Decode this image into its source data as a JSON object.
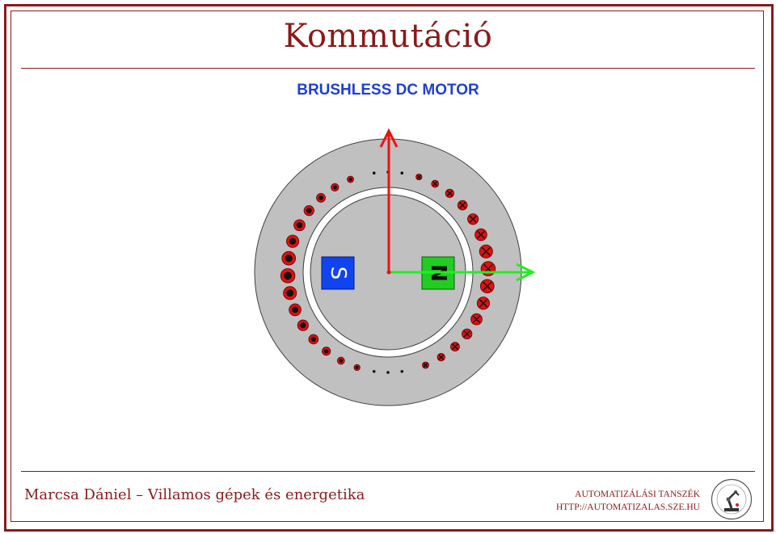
{
  "slide": {
    "title": "Kommutáció",
    "footer_left": "Marcsa Dániel – Villamos gépek és energetika",
    "footer_right_line1": "AUTOMATIZÁLÁSI TANSZÉK",
    "footer_right_line2": "HTTP://AUTOMATIZALAS.SZE.HU"
  },
  "diagram": {
    "title": "BRUSHLESS DC MOTOR",
    "pole_left_label": "S",
    "pole_right_label": "N",
    "colors": {
      "frame": "#8b1a1a",
      "stator": "#c0c0c0",
      "conductor_red": "#e01010",
      "pole_s": "#1144ee",
      "pole_n": "#22cc22",
      "arrow_vertical": "#ee1111",
      "arrow_horizontal": "#22ee22"
    },
    "conductor_markers": "dots = current out of page, crosses = current into page"
  }
}
